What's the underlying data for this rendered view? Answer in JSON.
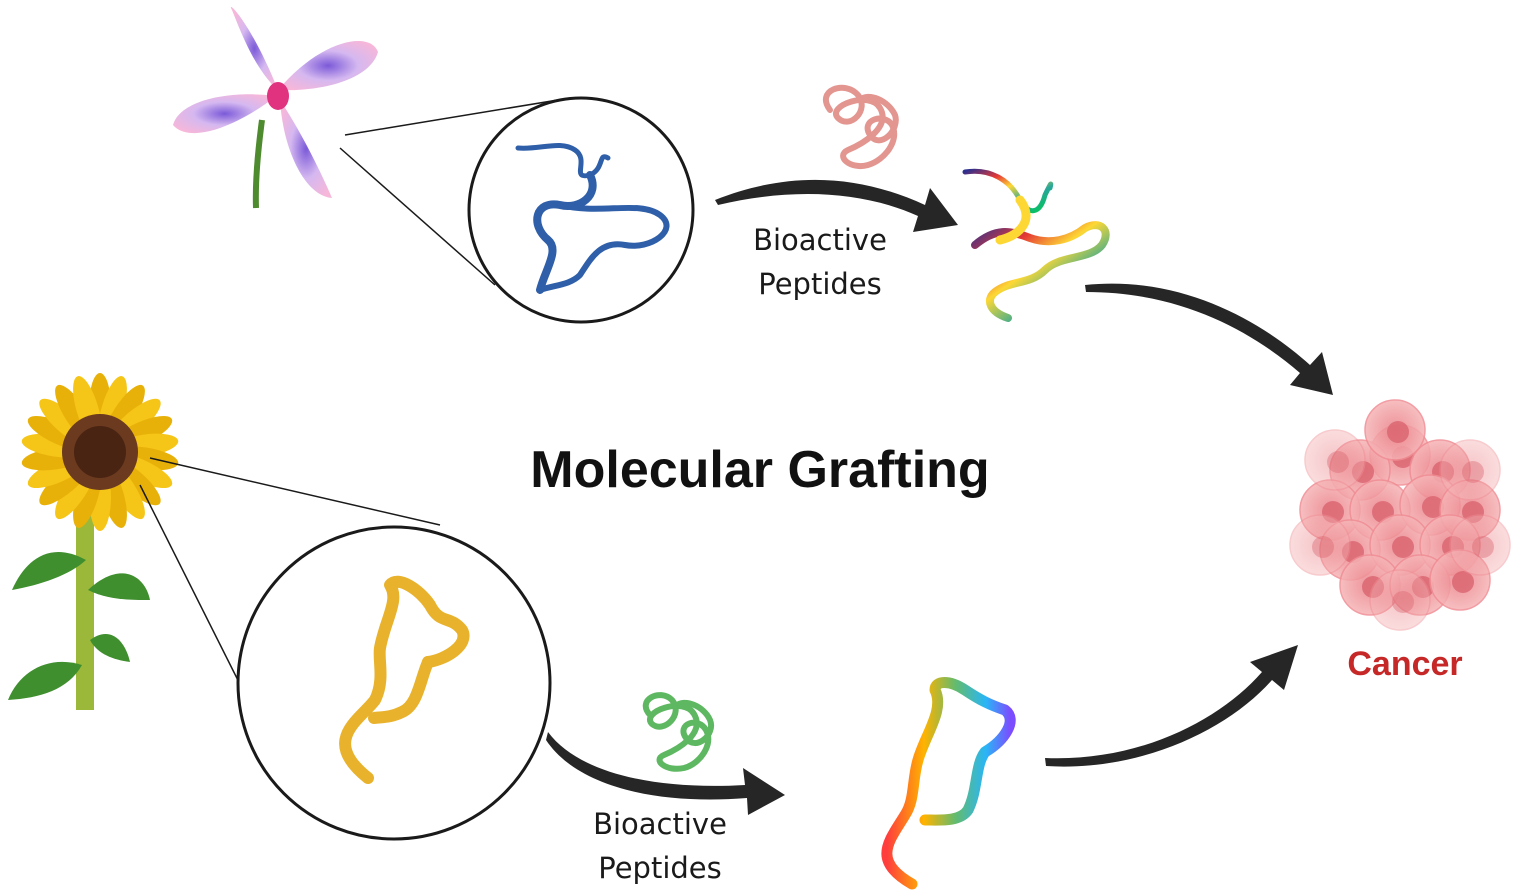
{
  "title": "Molecular Grafting",
  "top_label": {
    "line1": "Bioactive",
    "line2": "Peptides"
  },
  "bottom_label": {
    "line1": "Bioactive",
    "line2": "Peptides"
  },
  "target_label": "Cancer",
  "colors": {
    "cancer_text": "#c62828",
    "arrow": "#262626",
    "orchid_peptide": "#2f5fa8",
    "sunflower_peptide": "#e8b22c",
    "pink_coil": "#e08a84",
    "green_coil": "#4caf50",
    "cancer_cells": "#f2a3a3"
  },
  "icons": [
    "orchid-flower-icon",
    "sunflower-icon",
    "cancer-cell-cluster-icon",
    "random-coil-peptide-icon"
  ]
}
